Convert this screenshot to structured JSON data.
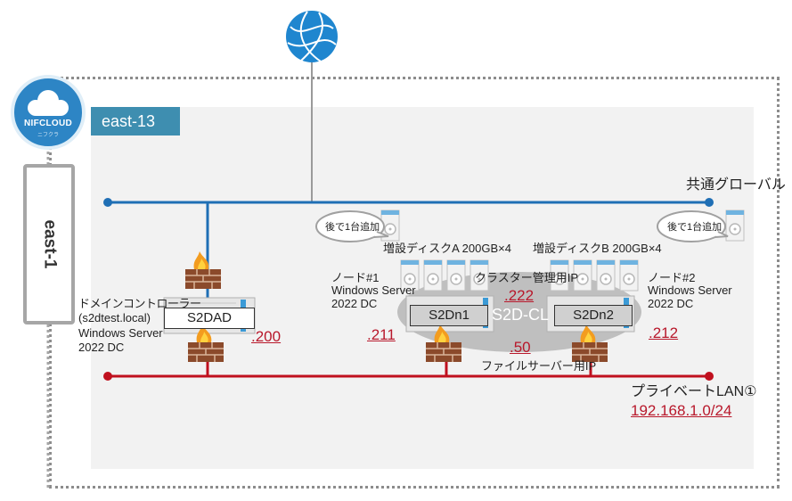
{
  "brand": {
    "name": "NIFCLOUD",
    "sub": "ニフクラ"
  },
  "region": {
    "name": "east-1"
  },
  "zone": {
    "name": "east-13"
  },
  "networks": {
    "global": {
      "name": "共通グローバル",
      "color": "#1f6fb5"
    },
    "private": {
      "name": "プライベートLAN①",
      "cidr": "192.168.1.0/24",
      "color": "#c0101e"
    }
  },
  "domain_controller": {
    "name": "S2DAD",
    "desc": [
      "ドメインコントローラー",
      "(s2dtest.local)",
      "Windows Server",
      "2022 DC"
    ],
    "ip": ".200"
  },
  "node1": {
    "name": "S2Dn1",
    "title": "ノード#1",
    "os": "Windows Server",
    "ver": "2022 DC",
    "ip": ".211"
  },
  "node2": {
    "name": "S2Dn2",
    "title": "ノード#2",
    "os": "Windows Server",
    "ver": "2022 DC",
    "ip": ".212"
  },
  "cluster": {
    "name": "S2D-CL",
    "mgmt_label": "クラスター管理用IP",
    "mgmt_ip": ".222"
  },
  "fileserver": {
    "label": "ファイルサーバー用IP",
    "ip": ".50"
  },
  "disks": {
    "a": "増設ディスクA 200GB×4",
    "b": "増設ディスクB 200GB×4"
  },
  "notes": {
    "left": "後で1台追加",
    "right": "後で1台追加"
  }
}
